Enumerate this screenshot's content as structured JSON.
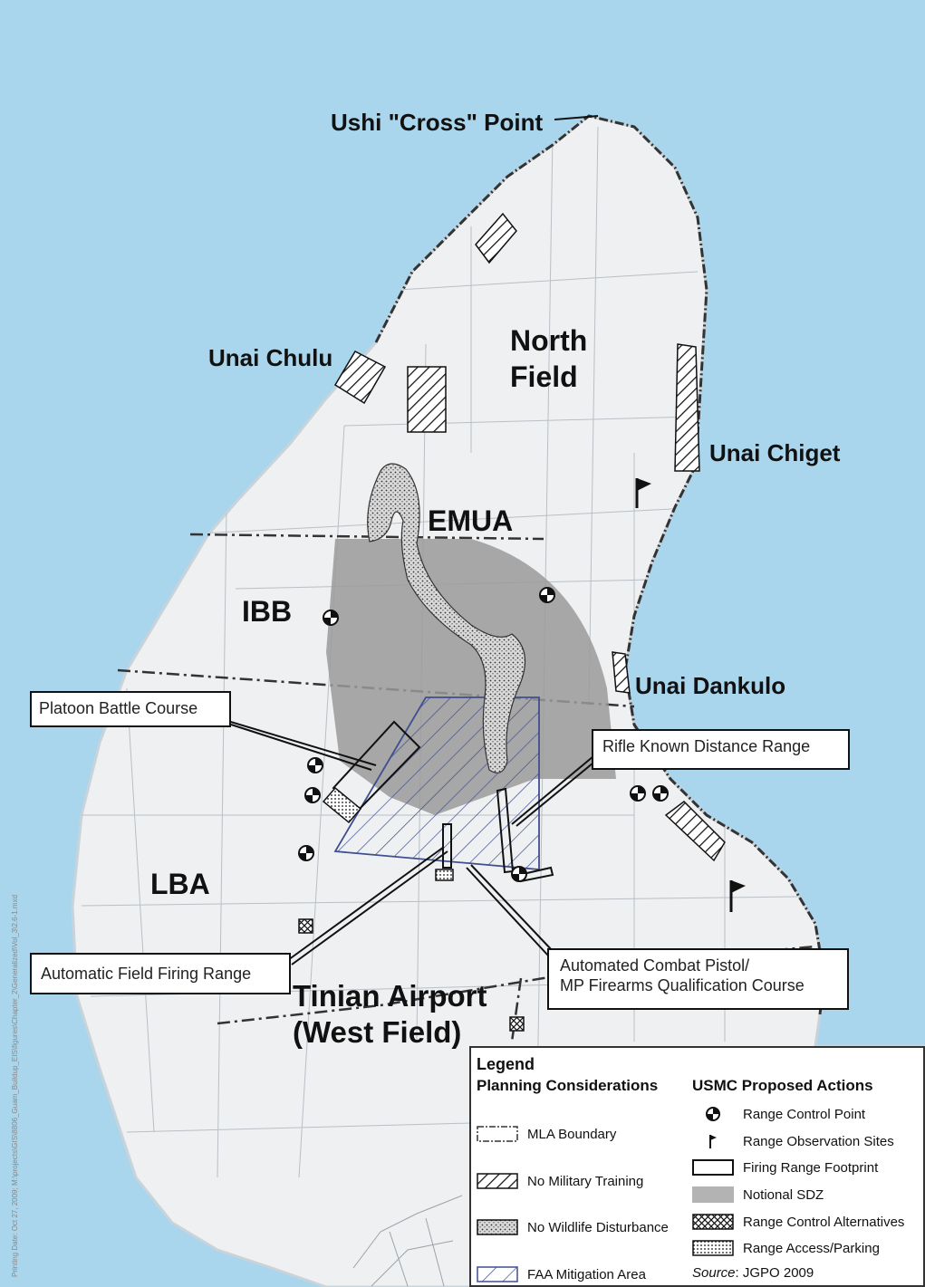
{
  "colors": {
    "ocean": "#a9d6ec",
    "land": "#eef0f2",
    "sdz": "#9a9a9a",
    "faa_hatch": "#3f4f8f",
    "boundary": "#333333"
  },
  "map": {
    "place_labels": [
      {
        "id": "ushi-cross-point",
        "text": "Ushi \"Cross\" Point"
      },
      {
        "id": "north-field-1",
        "text": "North"
      },
      {
        "id": "north-field-2",
        "text": "Field"
      },
      {
        "id": "unai-chulu",
        "text": "Unai Chulu"
      },
      {
        "id": "unai-chiget",
        "text": "Unai Chiget"
      },
      {
        "id": "emua",
        "text": "EMUA"
      },
      {
        "id": "ibb",
        "text": "IBB"
      },
      {
        "id": "unai-dankulo",
        "text": "Unai Dankulo"
      },
      {
        "id": "lba",
        "text": "LBA"
      },
      {
        "id": "tinian-airport-1",
        "text": "Tinian Airport"
      },
      {
        "id": "tinian-airport-2",
        "text": "(West Field)"
      }
    ],
    "callouts": {
      "platoon": "Platoon Battle Course",
      "rifle": "Rifle Known Distance Range",
      "automatic_line1": "Automatic Field Firing Range",
      "pistol_line1": "Automated Combat Pistol/",
      "pistol_line2": "MP Firearms Qualification Course"
    },
    "side_note": "Printing Date: Oct 27, 2009; M:\\projects\\GIS\\8806_Guam_Buildup_EIS\\figures\\Chapter_2\\Generalized\\Vol_3\\2.6-1.mxd"
  },
  "legend": {
    "title": "Legend",
    "col1_heading": "Planning Considerations",
    "col2_heading": "USMC Proposed Actions",
    "col1_items": [
      {
        "icon": "mla-boundary-icon",
        "label": "MLA Boundary"
      },
      {
        "icon": "no-military-training-icon",
        "label": "No Military Training"
      },
      {
        "icon": "no-wildlife-disturbance-icon",
        "label": "No Wildlife Disturbance"
      },
      {
        "icon": "faa-mitigation-icon",
        "label": "FAA Mitigation Area"
      }
    ],
    "col2_items": [
      {
        "icon": "range-control-point-icon",
        "label": "Range Control Point"
      },
      {
        "icon": "range-observation-icon",
        "label": "Range Observation Sites"
      },
      {
        "icon": "firing-range-footprint-icon",
        "label": "Firing Range Footprint"
      },
      {
        "icon": "notional-sdz-icon",
        "label": "Notional SDZ"
      },
      {
        "icon": "range-control-alternatives-icon",
        "label": "Range Control Alternatives"
      },
      {
        "icon": "range-access-parking-icon",
        "label": "Range Access/Parking"
      }
    ],
    "source_label": "Source",
    "source_value": ": JGPO 2009"
  }
}
